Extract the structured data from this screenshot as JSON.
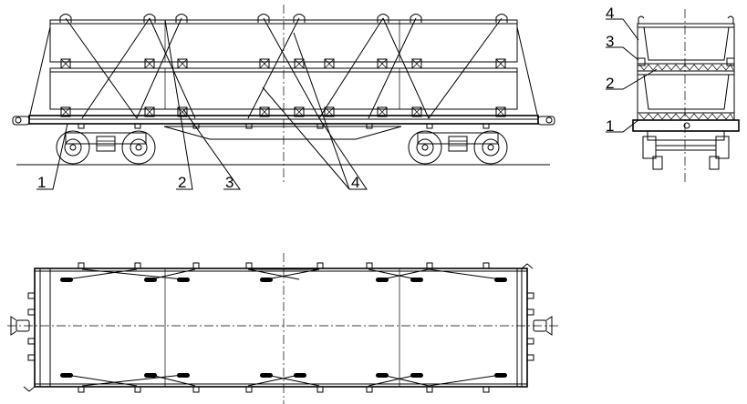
{
  "drawing": {
    "side_view_callouts": [
      "1",
      "2",
      "3",
      "4"
    ],
    "end_view_callouts": [
      "4",
      "3",
      "2",
      "1"
    ]
  }
}
